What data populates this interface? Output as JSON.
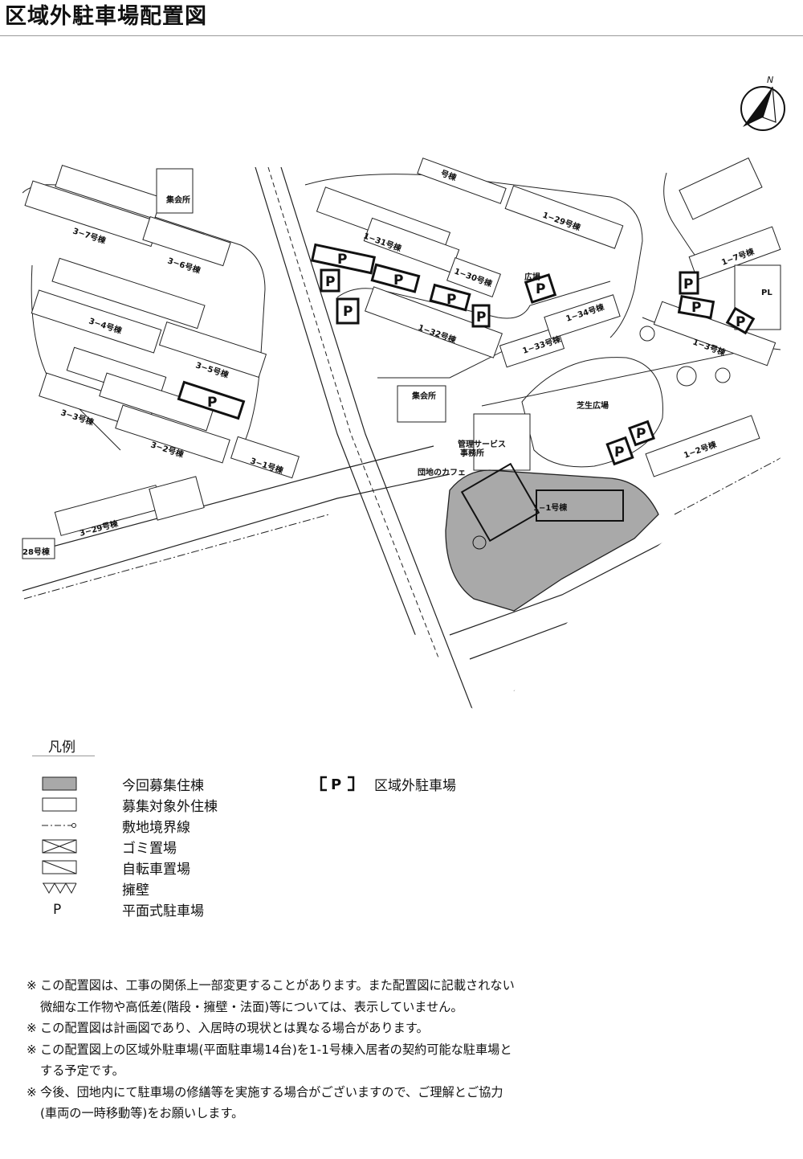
{
  "title": "区域外駐車場配置図",
  "north_label": "N",
  "map": {
    "building_labels": {
      "b_3_7": "3−7号棟",
      "b_3_6": "3−6号棟",
      "b_3_4": "3−4号棟",
      "b_3_5": "3−5号棟",
      "b_3_3": "3−3号棟",
      "b_3_2": "3−2号棟",
      "b_3_1": "3−1号棟",
      "b_3_29": "3−29号棟",
      "b_3_28": "28号棟",
      "b_1_31": "1−31号棟",
      "b_1_30": "1−30号棟",
      "b_1_29": "1−29号棟",
      "b_1_32": "1−32号棟",
      "b_1_33": "1−33号棟",
      "b_1_34": "1−34号棟",
      "b_1_7": "1−7号棟",
      "b_1_3": "1−3号棟",
      "b_1_2": "1−2号棟",
      "b_1_1": "1−1号棟",
      "b_top": "号棟"
    },
    "place_labels": {
      "hall_west": "集会所",
      "hall_center": "集会所",
      "plaza": "広場",
      "lawn_plaza": "芝生広場",
      "office_line1": "管理サービス",
      "office_line2": "事務所",
      "cafe": "団地のカフェ",
      "pl": "PL"
    },
    "parking_letter": "P"
  },
  "legend": {
    "heading": "凡例",
    "items": [
      {
        "label": "今回募集住棟",
        "symbol": "gray-box"
      },
      {
        "label": "募集対象外住棟",
        "symbol": "white-box"
      },
      {
        "label": "敷地境界線",
        "symbol": "dash-dot-line"
      },
      {
        "label": "ゴミ置場",
        "symbol": "x-box"
      },
      {
        "label": "自転車置場",
        "symbol": "diagonal-box"
      },
      {
        "label": "擁壁",
        "symbol": "zigzag"
      },
      {
        "label": "平面式駐車場",
        "symbol": "P"
      }
    ],
    "offsite_parking": {
      "label": "区域外駐車場",
      "symbol": "P"
    }
  },
  "notes": [
    {
      "mark": "※",
      "text": "この配置図は、工事の関係上一部変更することがあります。また配置図に記載されない微細な工作物や高低差(階段・擁壁・法面)等については、表示していません。"
    },
    {
      "mark": "※",
      "text": "この配置図は計画図であり、入居時の現状とは異なる場合があります。"
    },
    {
      "mark": "※",
      "text": "この配置図上の区域外駐車場(平面駐車場14台)を1-1号棟入居者の契約可能な駐車場とする予定です。"
    },
    {
      "mark": "※",
      "text": "今後、団地内にて駐車場の修繕等を実施する場合がございますので、ご理解とご協力(車両の一時移動等)をお願いします。"
    }
  ]
}
